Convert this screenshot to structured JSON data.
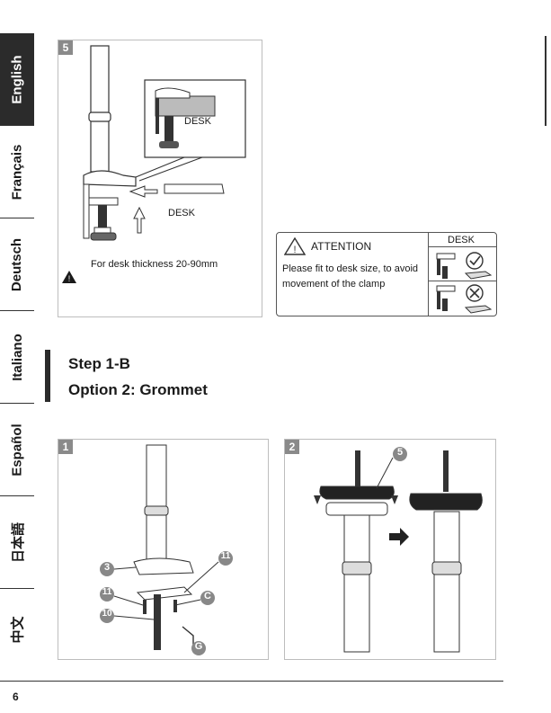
{
  "languages": [
    {
      "label": "English",
      "active": true
    },
    {
      "label": "Français",
      "active": false
    },
    {
      "label": "Deutsch",
      "active": false
    },
    {
      "label": "Italiano",
      "active": false
    },
    {
      "label": "Español",
      "active": false
    },
    {
      "label": "日本語",
      "active": false
    },
    {
      "label": "中文",
      "active": false
    }
  ],
  "step5": {
    "badge": "5",
    "desk_label_inset": "DESK",
    "desk_label_main": "DESK",
    "warning_text": "For desk thickness 20-90mm"
  },
  "attention": {
    "title": "ATTENTION",
    "body": "Please fit to desk size, to avoid movement of the clamp",
    "desk_label": "DESK"
  },
  "section": {
    "step": "Step 1-B",
    "option": "Option 2: Grommet"
  },
  "panel1": {
    "badge": "1",
    "callouts": [
      "3",
      "11",
      "11",
      "C",
      "10",
      "G"
    ]
  },
  "panel2": {
    "badge": "2",
    "callouts": [
      "5"
    ]
  },
  "page_number": "6"
}
